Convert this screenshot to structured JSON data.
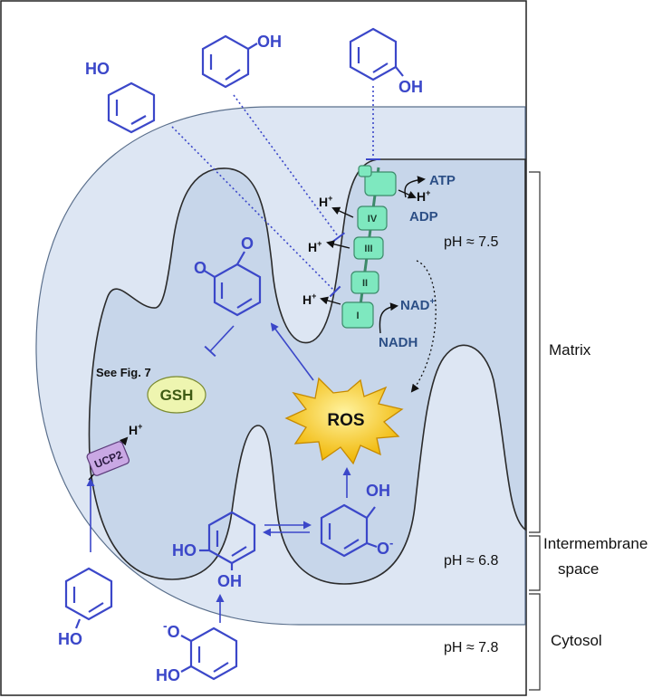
{
  "compartments": {
    "matrix": "Matrix",
    "intermembrane_line1": "Intermembrane",
    "intermembrane_line2": "space",
    "cytosol": "Cytosol"
  },
  "ph_values": {
    "matrix": "pH ≈ 7.5",
    "intermembrane": "pH ≈ 6.8",
    "cytosol": "pH ≈ 7.8"
  },
  "chain": {
    "atp": "ATP",
    "adp": "ADP",
    "nad_plus": "NAD",
    "nad_plus_sup": "+",
    "nadh": "NADH",
    "h": "H",
    "h_sup": "+",
    "complex_labels": [
      "IV",
      "III",
      "II",
      "I"
    ]
  },
  "molecules": {
    "oh": "OH",
    "ho": "HO",
    "o": "O",
    "o_minus": "O",
    "minus": "-"
  },
  "labels": {
    "see_fig": "See Fig. 7",
    "gsh": "GSH",
    "ros": "ROS",
    "ucp2": "UCP2"
  },
  "colors": {
    "compound": "#3b47c9",
    "membrane_fill": "#dde6f3",
    "matrix_fill": "#c7d6ea",
    "complex_fill": "#7ee8bf",
    "gsh_fill": "#eef5b0",
    "ros_fill": "#f4c21b",
    "ucp2_fill": "#c9a8e4"
  }
}
